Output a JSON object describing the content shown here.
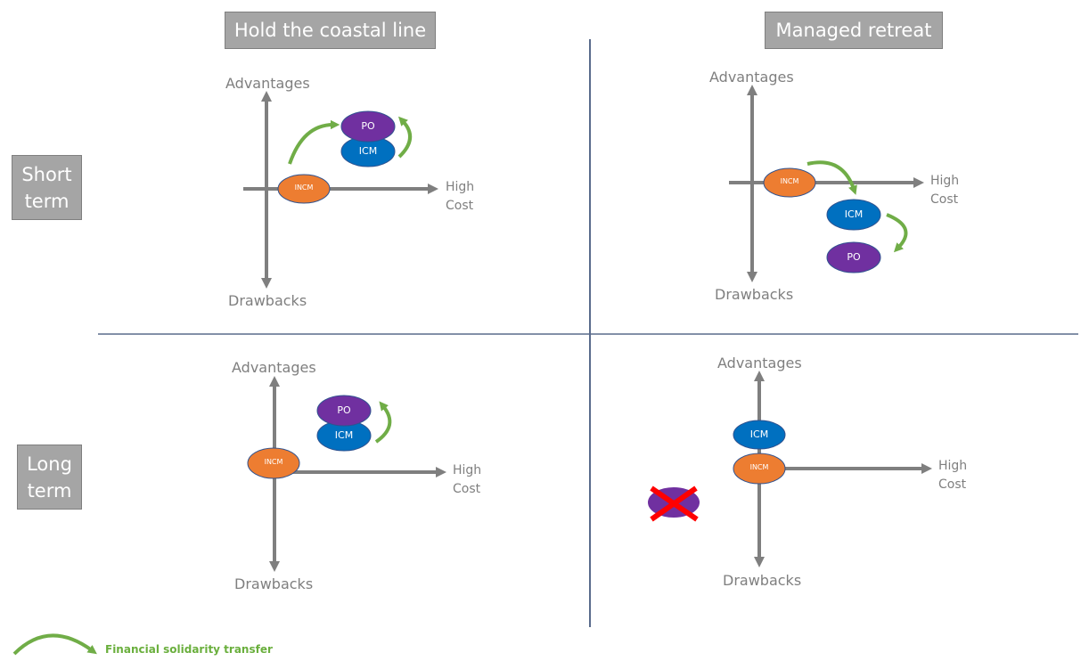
{
  "columns": [
    {
      "label": "Hold the coastal line"
    },
    {
      "label": "Managed retreat"
    }
  ],
  "rows": [
    {
      "label_line1": "Short",
      "label_line2": "term"
    },
    {
      "label_line1": "Long",
      "label_line2": "term"
    }
  ],
  "axes": {
    "y_top": "Advantages",
    "y_bottom": "Drawbacks",
    "x_right_line1": "High",
    "x_right_line2": "Cost"
  },
  "actors": {
    "incm": {
      "label": "INCM",
      "color": "#ed7d31"
    },
    "icm": {
      "label": "ICM",
      "color": "#0070c0"
    },
    "po": {
      "label": "PO",
      "color": "#7030a0"
    }
  },
  "quadrants": [
    {
      "id": "hold-short",
      "column": "Hold the coastal line",
      "row": "Short term",
      "actors": [
        "INCM",
        "ICM",
        "PO"
      ],
      "transfers": [
        "INCM→PO",
        "ICM→PO"
      ]
    },
    {
      "id": "retreat-short",
      "column": "Managed retreat",
      "row": "Short term",
      "actors": [
        "INCM",
        "ICM",
        "PO"
      ],
      "transfers": [
        "INCM→ICM",
        "ICM→PO"
      ]
    },
    {
      "id": "hold-long",
      "column": "Hold the coastal line",
      "row": "Long term",
      "actors": [
        "INCM",
        "ICM",
        "PO"
      ],
      "transfers": [
        "ICM→PO"
      ]
    },
    {
      "id": "retreat-long",
      "column": "Managed retreat",
      "row": "Long term",
      "actors": [
        "INCM",
        "ICM",
        "PO (eliminated)"
      ],
      "transfers": []
    }
  ],
  "legend": {
    "label": "Financial solidarity transfer",
    "color": "#70ad47"
  },
  "colors": {
    "divider": "#5a6b8c",
    "axis": "#7f7f7f",
    "cross": "#ff0000"
  }
}
